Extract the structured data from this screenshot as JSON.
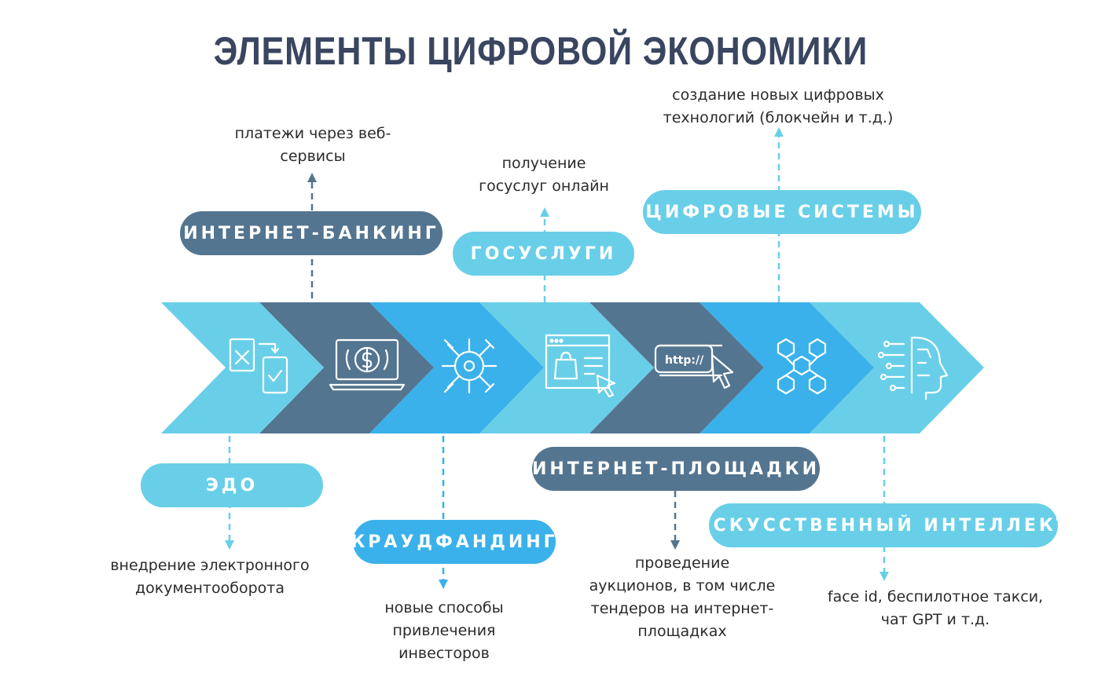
{
  "title": "ЭЛЕМЕНТЫ ЦИФРОВОЙ ЭКОНОМИКИ",
  "colors": {
    "dark": "#547590",
    "light": "#69cfe8",
    "blue": "#3ab1ea",
    "title": "#3a4560"
  },
  "chevron_icons": [
    "documents-exchange-icon",
    "laptop-dollar-icon",
    "crowd-network-icon",
    "web-shop-icon",
    "url-cursor-icon",
    "blockchain-cubes-icon",
    "ai-head-icon"
  ],
  "url_text": "http://",
  "elements": {
    "edo": {
      "label": "ЭДО",
      "lines": [
        "внедрение электронного",
        "документооборота"
      ]
    },
    "banking": {
      "label": "ИНТЕРНЕТ-БАНКИНГ",
      "lines": [
        "платежи через веб-",
        "сервисы"
      ]
    },
    "crowd": {
      "label": "КРАУДФАНДИНГ",
      "lines": [
        "новые способы",
        "привлечения",
        "инвесторов"
      ]
    },
    "gos": {
      "label": "ГОСУСЛУГИ",
      "lines": [
        "получение",
        "госуслуг онлайн"
      ]
    },
    "platforms": {
      "label": "ИНТЕРНЕТ-ПЛОЩАДКИ",
      "lines": [
        "проведение",
        "аукционов, в том числе",
        "тендеров на интернет-",
        "площадках"
      ]
    },
    "systems": {
      "label": "ЦИФРОВЫЕ СИСТЕМЫ",
      "lines": [
        "создание новых цифровых",
        "технологий (блокчейн и т.д.)"
      ]
    },
    "ai": {
      "label": "ИСКУССТВЕННЫЙ ИНТЕЛЛЕКТ",
      "lines": [
        "face id, беспилотное такси,",
        "чат GPT и т.д."
      ]
    }
  }
}
